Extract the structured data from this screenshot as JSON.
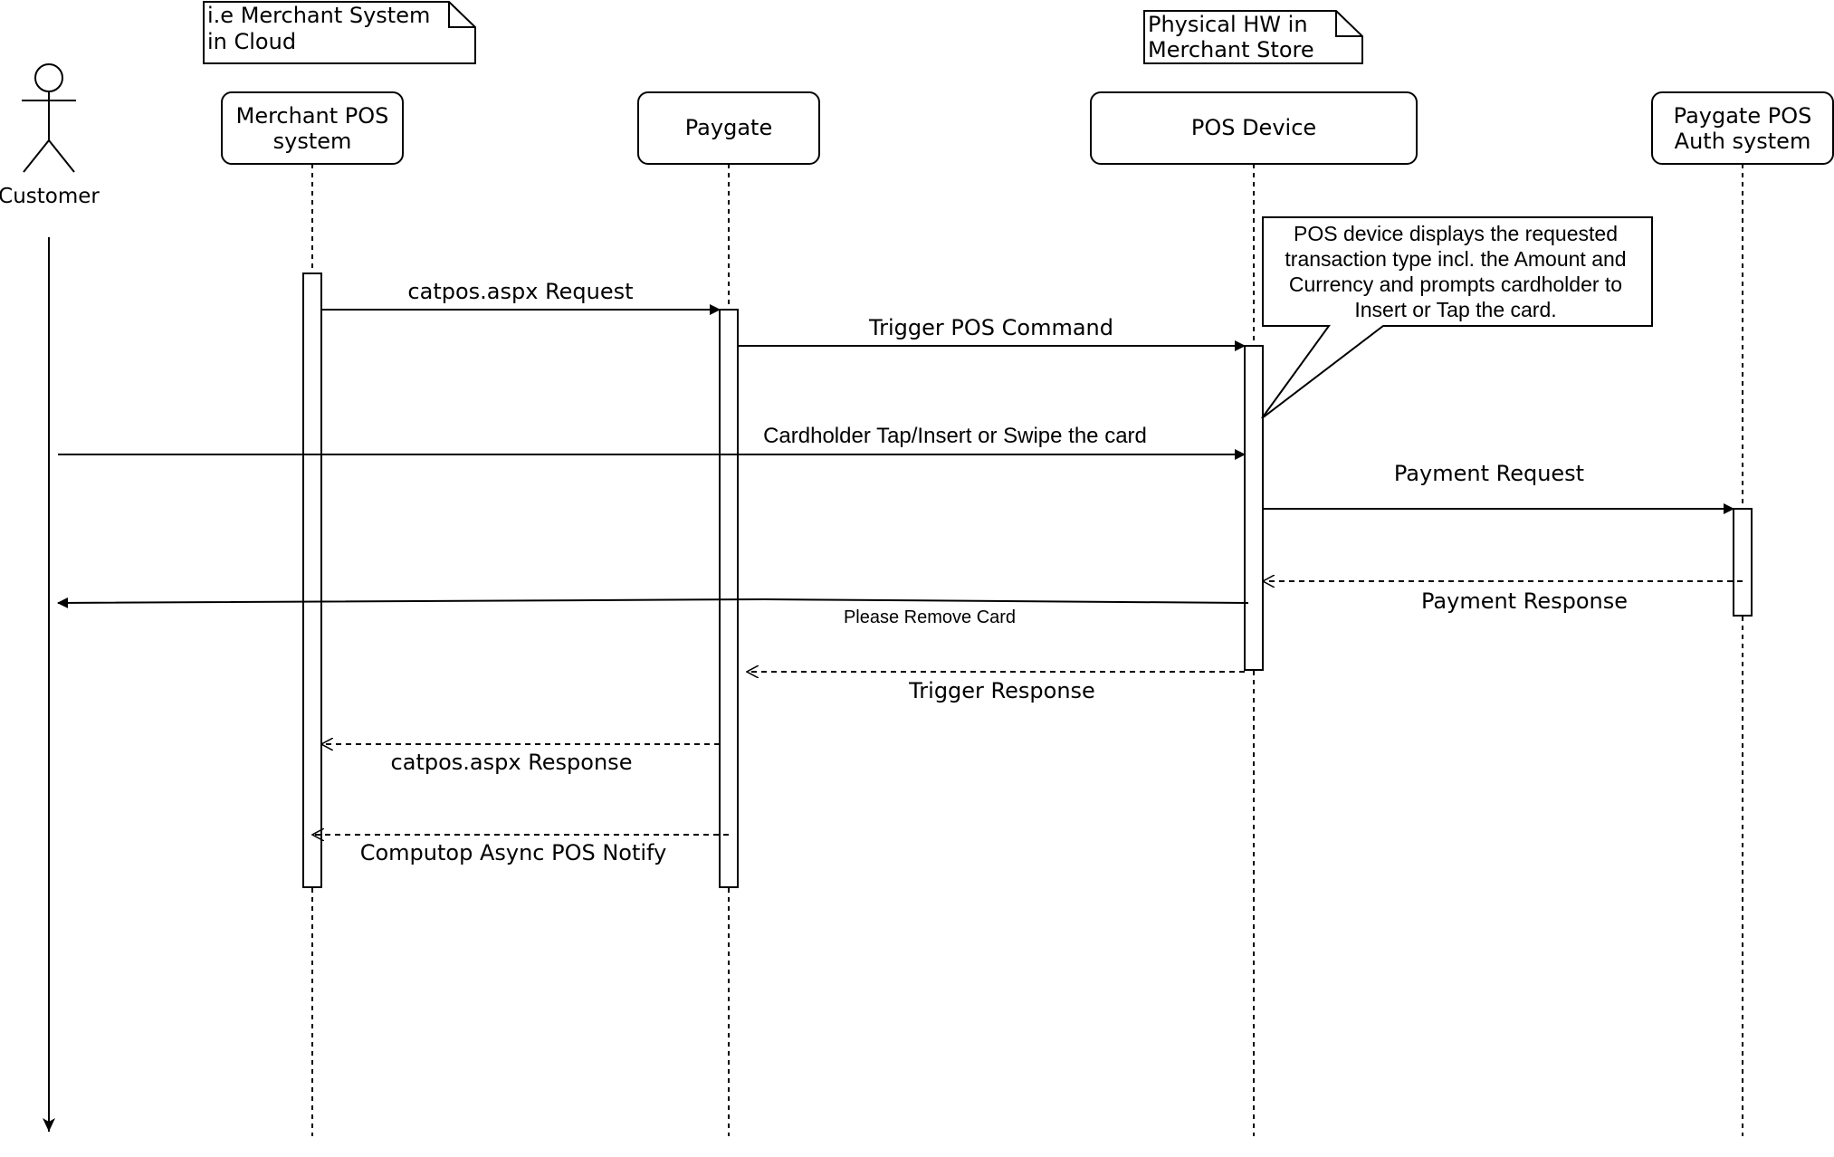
{
  "actor": {
    "label": "Customer"
  },
  "lifelines": {
    "merchant": {
      "label_line1": "Merchant POS",
      "label_line2": "system"
    },
    "paygate": {
      "label": "Paygate"
    },
    "pos_device": {
      "label": "POS Device"
    },
    "auth": {
      "label_line1": "Paygate POS",
      "label_line2": "Auth system"
    }
  },
  "notes": {
    "cloud": {
      "line1": "i.e Merchant System",
      "line2": "in Cloud"
    },
    "hardware": {
      "line1": "Physical HW in",
      "line2": "Merchant Store"
    },
    "callout": {
      "line1": "POS device displays the requested",
      "line2": "transaction type incl. the Amount and",
      "line3": "Currency and prompts cardholder to",
      "line4": "Insert or Tap the card."
    }
  },
  "messages": {
    "catpos_request": "catpos.aspx Request",
    "trigger_pos_command": "Trigger POS Command",
    "cardholder_tap": "Cardholder Tap/Insert or Swipe the card",
    "payment_request": "Payment Request",
    "payment_response": "Payment Response",
    "please_remove_card": "Please Remove Card",
    "trigger_response": "Trigger Response",
    "catpos_response": "catpos.aspx Response",
    "async_notify": "Computop Async POS Notify"
  },
  "colors": {
    "stroke": "#000000",
    "background": "#ffffff"
  }
}
